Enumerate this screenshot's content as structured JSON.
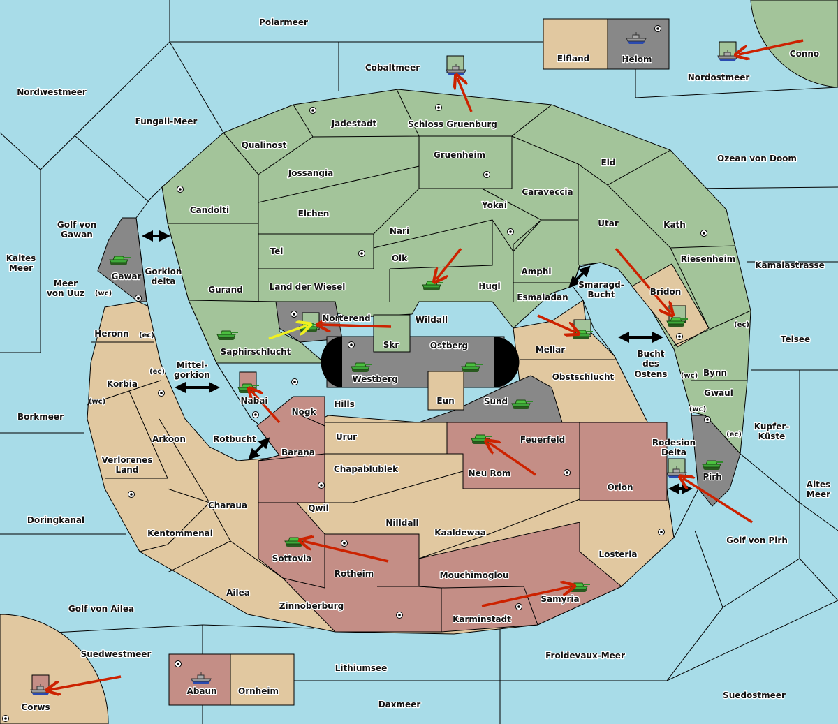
{
  "colors": {
    "sea": "#a8dce8",
    "green_power": "#a3c49a",
    "tan_power": "#e1c8a0",
    "red_power": "#c48e86",
    "neutral": "#888888",
    "order_arrow": "#cc2200",
    "support_arrow": "#f0f020"
  },
  "provinces": {
    "polarmeer": "Polarmeer",
    "cobaltmeer": "Cobaltmeer",
    "elfland": "Elfland",
    "helom": "Helom",
    "nordostmeer": "Nordostmeer",
    "conno": "Conno",
    "nordwestmeer": "Nordwestmeer",
    "fungali": "Fungali-Meer",
    "jadestadt": "Jadestadt",
    "schloss": "Schloss Gruenburg",
    "qualinost": "Qualinost",
    "gruenheim": "Gruenheim",
    "eld": "Eld",
    "ozean": "Ozean von Doom",
    "jossangia": "Jossangia",
    "caraveccia": "Caraveccia",
    "yokai": "Yokai",
    "candolti": "Candolti",
    "elchen": "Elchen",
    "golfgawan1": "Golf von",
    "golfgawan2": "Gawan",
    "utar": "Utar",
    "kath": "Kath",
    "nari": "Nari",
    "tel": "Tel",
    "olk": "Olk",
    "kaltes1": "Kaltes",
    "kaltes2": "Meer",
    "riesenheim": "Riesenheim",
    "kamala": "Kamalastrasse",
    "amphi": "Amphi",
    "gawar": "Gawar",
    "gorkion1": "Gorkion",
    "gorkion2": "delta",
    "uuz1": "Meer",
    "uuz2": "von Uuz",
    "smaragd1": "Smaragd-",
    "smaragd2": "Bucht",
    "gurand": "Gurand",
    "wiesel": "Land der Wiesel",
    "hugl": "Hugl",
    "bridon": "Bridon",
    "esmaladan": "Esmaladan",
    "norterend": "Norterend",
    "wildall": "Wildall",
    "heronn": "Heronn",
    "teisee": "Teisee",
    "skr": "Skr",
    "ostberg": "Ostberg",
    "mellar": "Mellar",
    "saphir": "Saphirschlucht",
    "bucht1": "Bucht",
    "bucht2": "des",
    "bucht3": "Ostens",
    "mittel1": "Mittel-",
    "mittel2": "gorkion",
    "bynn": "Bynn",
    "westberg": "Westberg",
    "obst": "Obstschlucht",
    "korbia": "Korbia",
    "gwaul": "Gwaul",
    "nabai": "Nabai",
    "eun": "Eun",
    "sund": "Sund",
    "hills": "Hills",
    "nogk": "Nogk",
    "borkmeer": "Borkmeer",
    "kupfer1": "Kupfer-",
    "kupfer2": "Küste",
    "urur": "Urur",
    "feuerfeld": "Feuerfeld",
    "arkoon": "Arkoon",
    "rotbucht": "Rotbucht",
    "rodesion1": "Rodesion",
    "rodesion2": "Delta",
    "barana": "Barana",
    "verloren1": "Verlorenes",
    "verloren2": "Land",
    "chapa": "Chapablublek",
    "neurom": "Neu Rom",
    "pirh": "Pirh",
    "orlon": "Orlon",
    "altes1": "Altes",
    "altes2": "Meer",
    "qwil": "Qwil",
    "charaua": "Charaua",
    "doring": "Doringkanal",
    "nilldall": "Nilldall",
    "kaaldewaa": "Kaaldewaa",
    "kentom": "Kentommenai",
    "golfpirh": "Golf von Pirh",
    "losteria": "Losteria",
    "sottovia": "Sottovia",
    "rotheim": "Rotheim",
    "mouchi": "Mouchimoglou",
    "ailea": "Ailea",
    "samyria": "Samyria",
    "zinnober": "Zinnoberburg",
    "golfailea": "Golf von Ailea",
    "karmin": "Karminstadt",
    "suedwest": "Suedwestmeer",
    "froidevaux": "Froidevaux-Meer",
    "lithium": "Lithiumsee",
    "abaun": "Abaun",
    "ornheim": "Ornheim",
    "suedost": "Suedostmeer",
    "corws": "Corws",
    "daxmeer": "Daxmeer"
  },
  "coasts": {
    "wc": "(wc)",
    "ec": "(ec)"
  },
  "units": [
    {
      "type": "army",
      "province": "Gawar",
      "icon": "tank-icon"
    },
    {
      "type": "army",
      "province": "Saphirschlucht",
      "icon": "tank-icon"
    },
    {
      "type": "army",
      "province": "Norterend",
      "icon": "tank-icon"
    },
    {
      "type": "army",
      "province": "Westberg",
      "icon": "tank-icon"
    },
    {
      "type": "army",
      "province": "Ostberg",
      "icon": "tank-icon"
    },
    {
      "type": "army",
      "province": "Hugl",
      "icon": "tank-icon"
    },
    {
      "type": "army",
      "province": "Nabai",
      "icon": "tank-icon"
    },
    {
      "type": "army",
      "province": "Sund",
      "icon": "tank-icon"
    },
    {
      "type": "army",
      "province": "Mellar",
      "icon": "tank-icon"
    },
    {
      "type": "army",
      "province": "Bridon",
      "icon": "tank-icon"
    },
    {
      "type": "army",
      "province": "Pirh",
      "icon": "tank-icon"
    },
    {
      "type": "army",
      "province": "Feuerfeld",
      "icon": "tank-icon"
    },
    {
      "type": "army",
      "province": "Sottovia",
      "icon": "tank-icon"
    },
    {
      "type": "army",
      "province": "Samyria",
      "icon": "tank-icon"
    },
    {
      "type": "fleet",
      "province": "Helom",
      "icon": "ship-icon"
    },
    {
      "type": "fleet",
      "province": "Cobaltmeer",
      "icon": "ship-icon"
    },
    {
      "type": "fleet",
      "province": "Nordostmeer",
      "icon": "ship-icon"
    },
    {
      "type": "fleet",
      "province": "Rodesion Delta",
      "icon": "ship-icon"
    },
    {
      "type": "fleet",
      "province": "Abaun",
      "icon": "ship-icon"
    },
    {
      "type": "fleet",
      "province": "Corws",
      "icon": "ship-icon"
    }
  ]
}
